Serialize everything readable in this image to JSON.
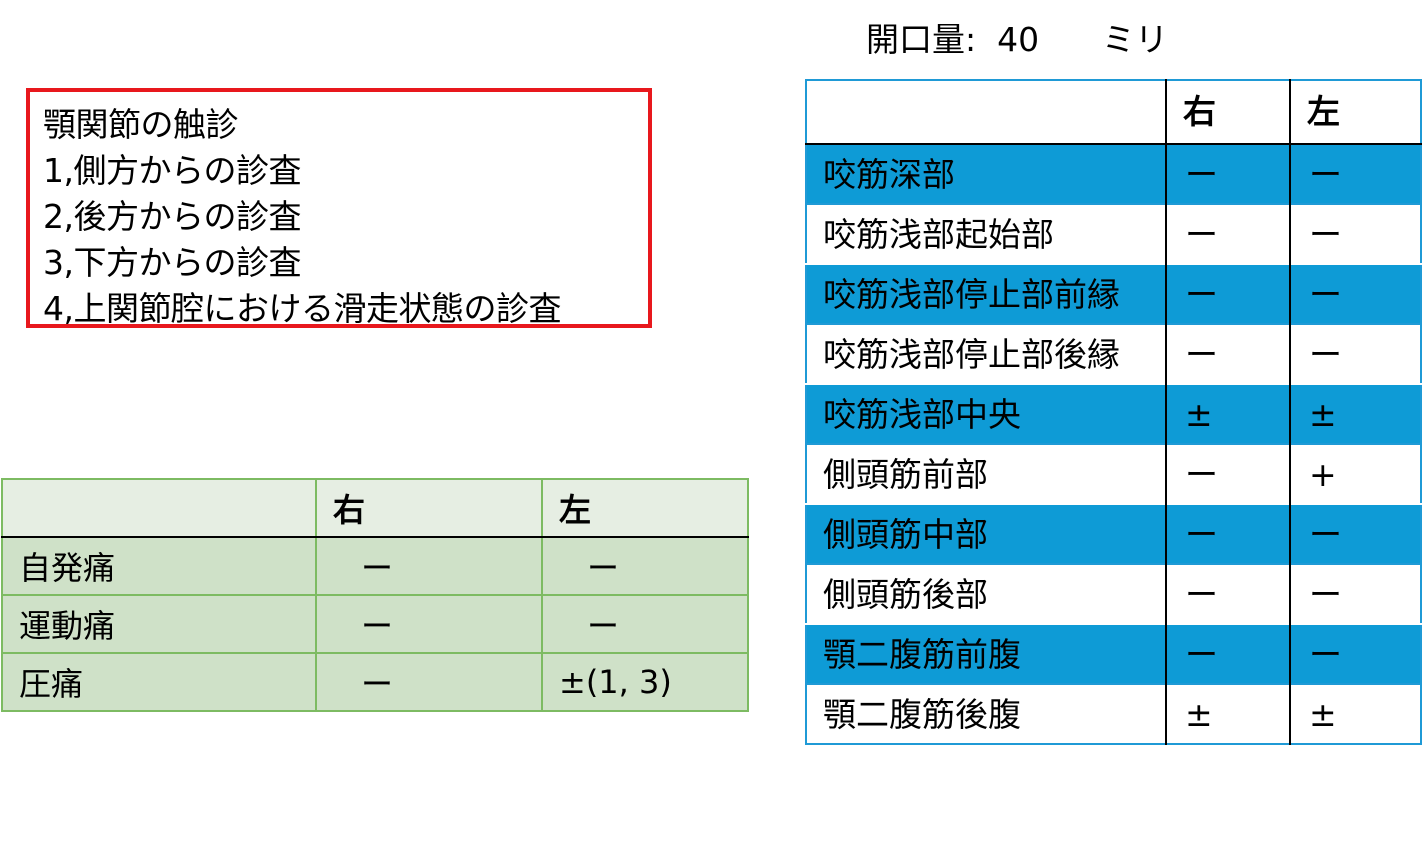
{
  "opening": {
    "text": "開口量:  40      ミリ"
  },
  "palpation_notes": {
    "lines": [
      "顎関節の触診",
      "1,側方からの診査",
      "2,後方からの診査",
      "3,下方からの診査",
      "4,上関節腔における滑走状態の診査"
    ]
  },
  "pain_table": {
    "headers": [
      "",
      "右",
      "左"
    ],
    "rows": [
      {
        "label": "自発痛",
        "right": "ー",
        "left": "ー"
      },
      {
        "label": "運動痛",
        "right": "ー",
        "left": "ー"
      },
      {
        "label": "圧痛",
        "right": "ー",
        "left": "±(1, 3)"
      }
    ]
  },
  "muscle_table": {
    "headers": [
      "",
      "右",
      "左"
    ],
    "rows": [
      {
        "label": "咬筋深部",
        "right": "ー",
        "left": "ー"
      },
      {
        "label": "咬筋浅部起始部",
        "right": "ー",
        "left": "ー"
      },
      {
        "label": "咬筋浅部停止部前縁",
        "right": "ー",
        "left": "ー"
      },
      {
        "label": "咬筋浅部停止部後縁",
        "right": "ー",
        "left": "ー"
      },
      {
        "label": "咬筋浅部中央",
        "right": "±",
        "left": "±"
      },
      {
        "label": "側頭筋前部",
        "right": "ー",
        "left": "+"
      },
      {
        "label": "側頭筋中部",
        "right": "ー",
        "left": "ー"
      },
      {
        "label": "側頭筋後部",
        "right": "ー",
        "left": "ー"
      },
      {
        "label": "顎二腹筋前腹",
        "right": "ー",
        "left": "ー"
      },
      {
        "label": "顎二腹筋後腹",
        "right": "±",
        "left": "±"
      }
    ]
  },
  "colors": {
    "notes_border": "#e8181d",
    "muscle_blue": "#0e9bd6",
    "pain_header": "#e6eee3",
    "pain_body": "#cfe1c8",
    "pain_border": "#7dbb62"
  }
}
